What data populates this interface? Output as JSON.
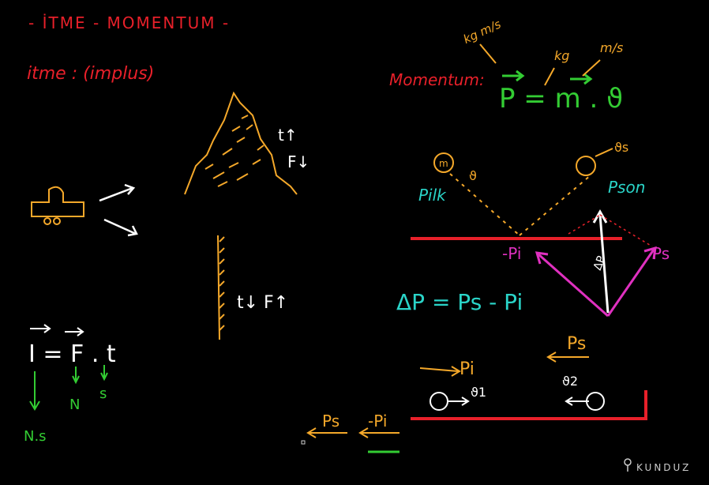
{
  "title": "- İTME - MOMENTUM -",
  "itme_label": "itme : (implus)",
  "momentum_label": "Momentum:",
  "momentum_formula": "P = m . ϑ",
  "units": {
    "p_unit": "kg m/s",
    "m_unit": "kg",
    "v_unit": "m/s"
  },
  "impulse_formula": "I = F . t",
  "impulse_units": {
    "i_unit": "N.s",
    "f_unit": "N",
    "t_unit": "s"
  },
  "mountain_labels": {
    "t": "t↑",
    "f": "F↓"
  },
  "wall_label": "t↓ F↑",
  "reflection": {
    "ball_mass": "m",
    "v_in": "ϑ",
    "v_out": "ϑs",
    "p_initial": "Pilk",
    "p_final": "Pson",
    "neg_pi": "-Pi",
    "delta_p_vec": "ΔP",
    "ps": "Ps"
  },
  "delta_formula": "ΔP = Ps - Pi",
  "collision": {
    "pi_label": "Pi",
    "ps_label": "Ps",
    "v1": "ϑ1",
    "v2": "ϑ2",
    "bottom_ps": "Ps",
    "bottom_neg_pi": "-Pi"
  },
  "watermark": "KUNDUZ",
  "colors": {
    "red": "#e8202a",
    "orange": "#f4a82a",
    "green": "#33cc33",
    "cyan": "#2ad4c8",
    "magenta": "#e030c0",
    "white": "#ffffff"
  }
}
